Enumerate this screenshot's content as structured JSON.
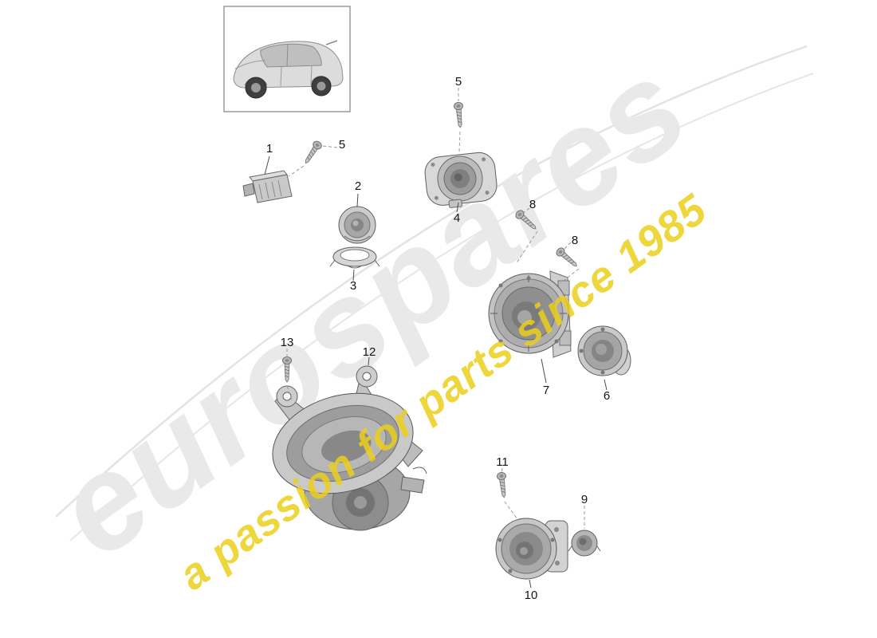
{
  "watermark": {
    "brand": "eurospares",
    "tagline": "a passion for parts since 1985",
    "brand_color": "#e9e9e9",
    "tagline_color": "#eccf1c"
  },
  "callouts": [
    {
      "label": "1"
    },
    {
      "label": "5"
    },
    {
      "label": "2"
    },
    {
      "label": "3"
    },
    {
      "label": "5"
    },
    {
      "label": "4"
    },
    {
      "label": "8"
    },
    {
      "label": "8"
    },
    {
      "label": "7"
    },
    {
      "label": "6"
    },
    {
      "label": "13"
    },
    {
      "label": "12"
    },
    {
      "label": "11"
    },
    {
      "label": "9"
    },
    {
      "label": "10"
    }
  ]
}
